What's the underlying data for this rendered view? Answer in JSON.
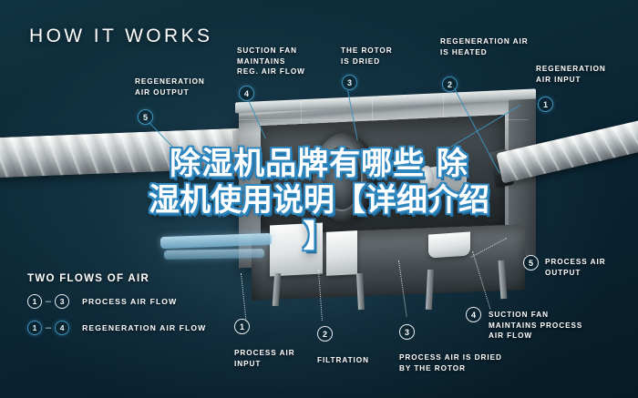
{
  "header": {
    "title": "HOW IT WORKS"
  },
  "overlay": {
    "line1": "除湿机品牌有哪些 除",
    "line2": "湿机使用说明【详细介绍",
    "line3": "】",
    "text_color": "#ffffff",
    "outline_color": "#2e86bf"
  },
  "theme": {
    "background": "#0a2230",
    "accent_blue": "#3d93bf",
    "label_white": "#ffffff"
  },
  "callouts": [
    {
      "id": "regeneration-air-output",
      "number": "5",
      "style": "blue",
      "label": "REGENERATION\nAIR OUTPUT"
    },
    {
      "id": "suction-fan-reg",
      "number": "4",
      "style": "blue",
      "label": "SUCTION FAN\nMAINTAINS\nREG. AIR FLOW"
    },
    {
      "id": "rotor-is-dried",
      "number": "3",
      "style": "blue",
      "label": "THE ROTOR\nIS DRIED"
    },
    {
      "id": "regeneration-air-heated",
      "number": "2",
      "style": "blue",
      "label": "REGENERATION AIR\nIS HEATED"
    },
    {
      "id": "regeneration-air-input",
      "number": "1",
      "style": "blue",
      "label": "REGENERATION\nAIR INPUT"
    },
    {
      "id": "process-air-output",
      "number": "5",
      "style": "white",
      "label": "PROCESS AIR\nOUTPUT"
    },
    {
      "id": "suction-fan-process",
      "number": "4",
      "style": "white",
      "label": "SUCTION FAN\nMAINTAINS PROCESS\nAIR FLOW"
    },
    {
      "id": "process-air-dried",
      "number": "3",
      "style": "white",
      "label": "PROCESS AIR IS DRIED\nBY THE ROTOR"
    },
    {
      "id": "filtration",
      "number": "2",
      "style": "white",
      "label": "FILTRATION"
    },
    {
      "id": "process-air-input",
      "number": "1",
      "style": "white",
      "label": "PROCESS AIR\nINPUT"
    }
  ],
  "legend": {
    "title": "TWO FLOWS OF AIR",
    "rows": [
      {
        "from": "1",
        "to": "3",
        "dash": "–",
        "style": "white",
        "text": "PROCESS AIR FLOW"
      },
      {
        "from": "1",
        "to": "4",
        "dash": "–",
        "style": "blue",
        "text": "REGENERATION AIR FLOW"
      }
    ]
  }
}
